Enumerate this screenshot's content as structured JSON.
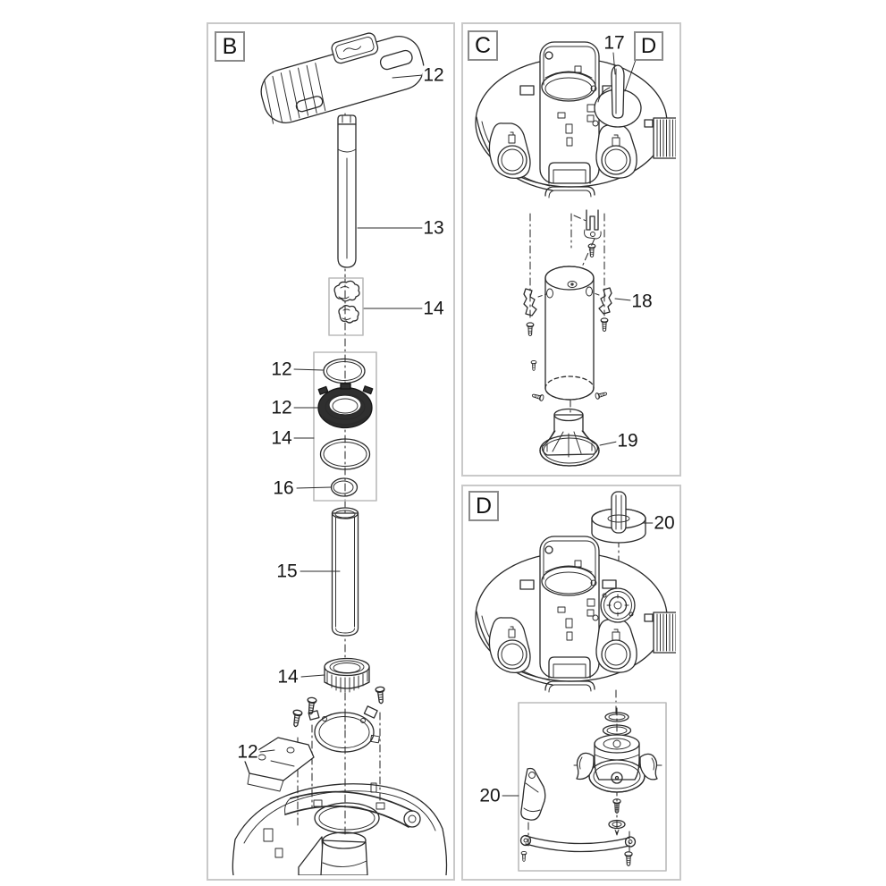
{
  "figure": {
    "type": "exploded-parts-diagram",
    "background": "#ffffff",
    "line_color": "#2a2a2a",
    "panel_border_color": "#c9c9c9",
    "panels": [
      {
        "id": "B",
        "label": "B",
        "callouts": [
          {
            "text": "12",
            "part": "handle-cover"
          },
          {
            "text": "13",
            "part": "uvc-lamp"
          },
          {
            "text": "14",
            "part": "lamp-clips"
          },
          {
            "text": "12",
            "part": "o-ring-top"
          },
          {
            "text": "12",
            "part": "bayonet-ring"
          },
          {
            "text": "14",
            "part": "o-ring-large"
          },
          {
            "text": "16",
            "part": "small-ring"
          },
          {
            "text": "15",
            "part": "quartz-glass-tube"
          },
          {
            "text": "14",
            "part": "union-nut"
          },
          {
            "text": "12",
            "part": "mounting-bracket"
          }
        ]
      },
      {
        "id": "C",
        "label": "C",
        "callouts": [
          {
            "text": "17",
            "part": "lid"
          },
          {
            "text": "D",
            "part": "detail-d-reference"
          },
          {
            "text": "18",
            "part": "retaining-clips"
          },
          {
            "text": "19",
            "part": "diffuser-cone"
          }
        ]
      },
      {
        "id": "D",
        "label": "D",
        "callouts": [
          {
            "text": "20",
            "part": "rotary-knob"
          },
          {
            "text": "20",
            "part": "valve-assembly"
          }
        ]
      }
    ]
  }
}
